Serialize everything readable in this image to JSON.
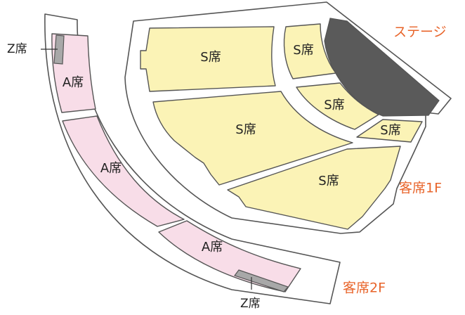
{
  "colors": {
    "s_seat": "#fbf3b6",
    "a_seat": "#f8dde8",
    "z_seat": "#a8a8a8",
    "stage": "#5a5a5a",
    "label_accent": "#e8642a",
    "outline": "#555555"
  },
  "labels": {
    "stage": "ステージ",
    "floor_1f": "客席1F",
    "floor_2f": "客席2F"
  },
  "floor_1f": {
    "blocks": [
      {
        "label": "S席"
      },
      {
        "label": "S席"
      },
      {
        "label": "S席"
      },
      {
        "label": "S席"
      },
      {
        "label": "S席"
      },
      {
        "label": "S席"
      }
    ]
  },
  "floor_2f": {
    "blocks": [
      {
        "label": "A席"
      },
      {
        "label": "A席"
      },
      {
        "label": "A席"
      }
    ],
    "z_top_label": "Z席",
    "z_bottom_label": "Z席"
  }
}
